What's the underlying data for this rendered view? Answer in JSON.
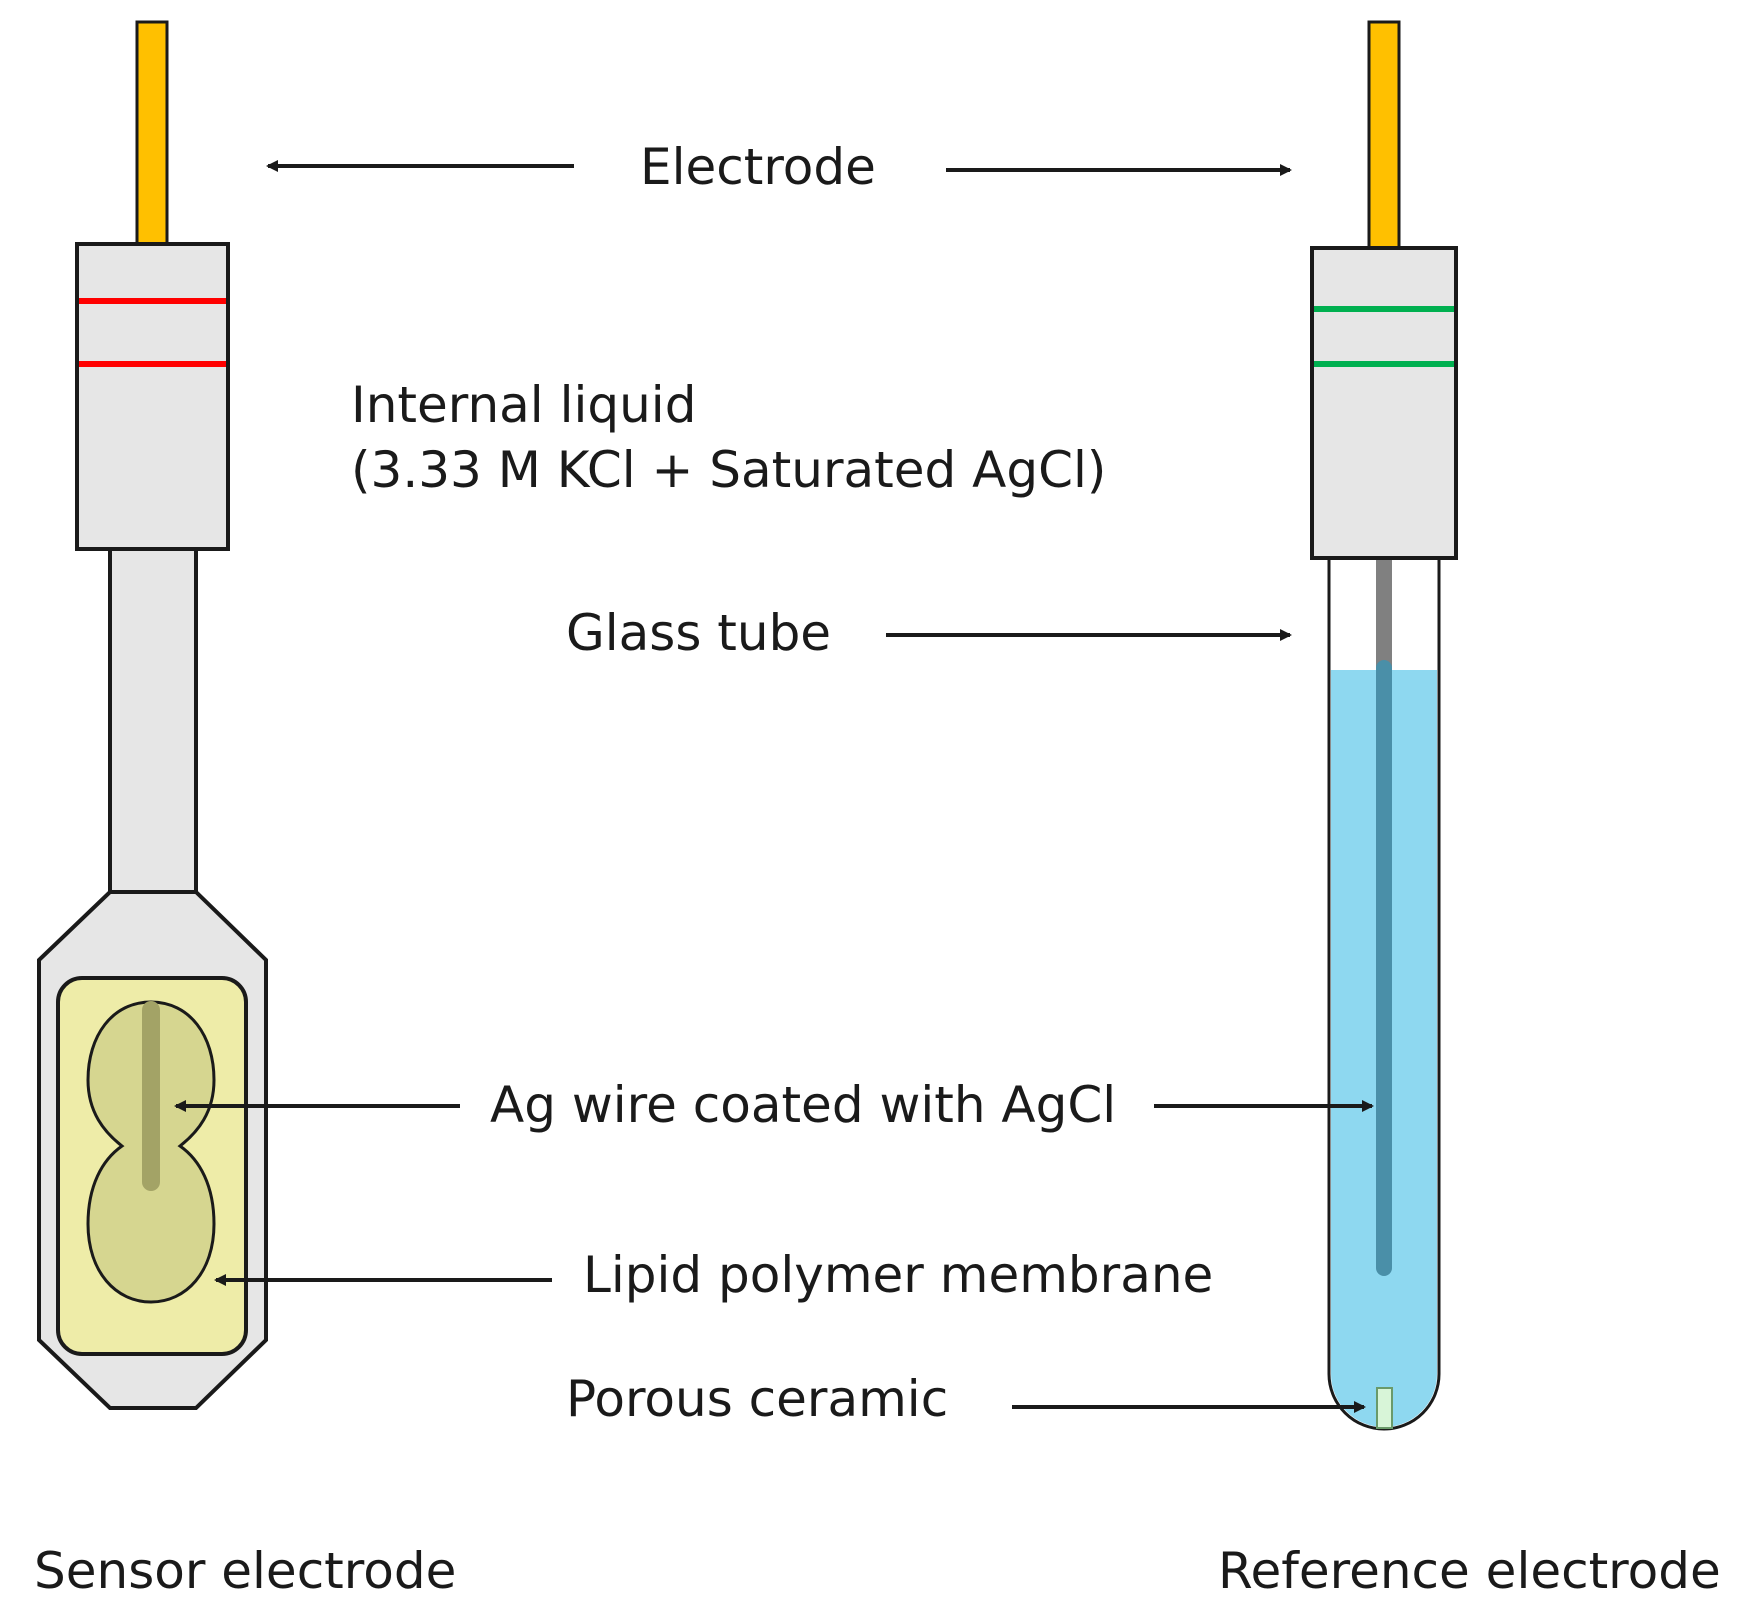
{
  "labels": {
    "electrode": "Electrode",
    "internal_liquid_line1": "Internal liquid",
    "internal_liquid_line2": "(3.33 M KCl + Saturated AgCl)",
    "glass_tube": "Glass tube",
    "ag_wire": "Ag wire coated with AgCl",
    "membrane": "Lipid polymer membrane",
    "porous_ceramic": "Porous ceramic",
    "sensor_electrode": "Sensor electrode",
    "reference_electrode": "Reference electrode"
  },
  "colors": {
    "electrode_pin": "#ffc000",
    "body_gray": "#e6e6e6",
    "outline": "#1a1a1a",
    "sensor_bands": "#ff0000",
    "reference_bands": "#00b050",
    "membrane_fill": "#eeeca8",
    "membrane_inner": "#d6d690",
    "liquid": "#8ed8f0",
    "ag_wire": "#4a8fa8",
    "porous_ceramic": "#d8f5d8"
  }
}
